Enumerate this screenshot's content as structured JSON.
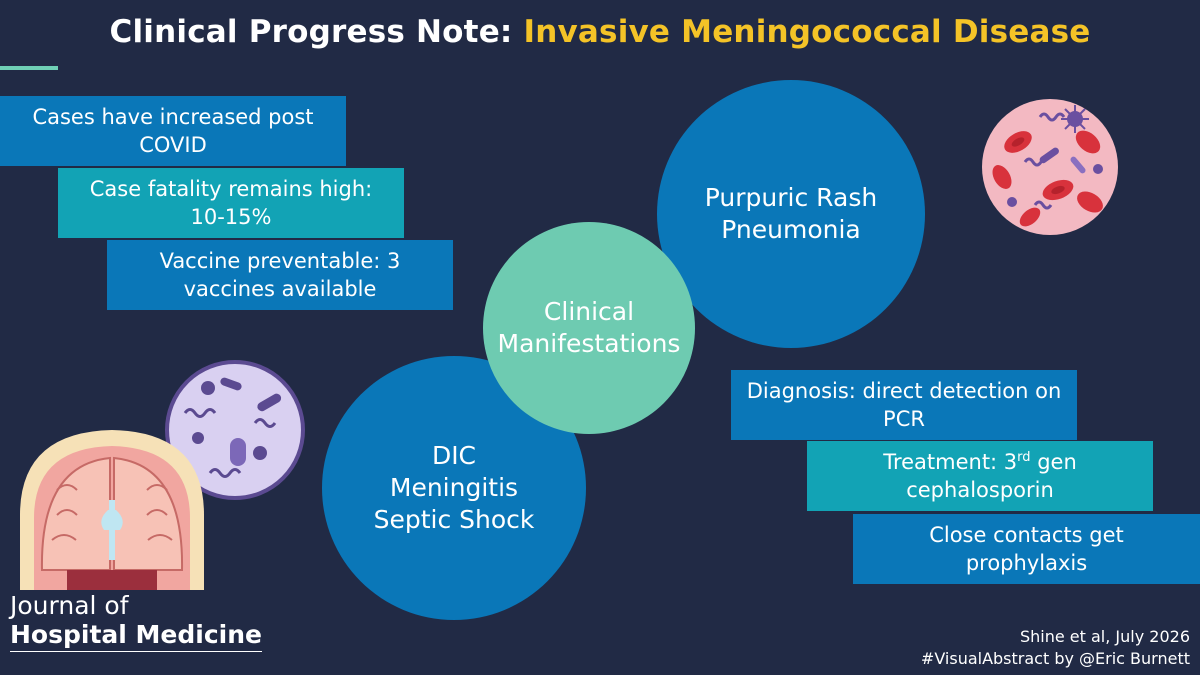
{
  "title": {
    "prefix": "Clinical Progress Note:",
    "highlight": "Invasive Meningococcal Disease"
  },
  "left_facts": {
    "f1": "Cases have increased post COVID",
    "f2": "Case fatality remains high: 10-15%",
    "f3": "Vaccine preventable: 3 vaccines available"
  },
  "circles": {
    "top": {
      "line1": "Purpuric Rash",
      "line2": "Pneumonia"
    },
    "center": {
      "line1": "Clinical",
      "line2": "Manifestations"
    },
    "bottom": {
      "line1": "DIC",
      "line2": "Meningitis",
      "line3": "Septic Shock"
    }
  },
  "right_facts": {
    "f1": "Diagnosis: direct detection on PCR",
    "f2_pre": "Treatment: 3",
    "f2_sup": "rd",
    "f2_post": " gen cephalosporin",
    "f3": "Close contacts get prophylaxis"
  },
  "journal": {
    "line1": "Journal of",
    "line2": "Hospital Medicine"
  },
  "credit": {
    "line1": "Shine et al, July 2026",
    "line2": "#VisualAbstract by @Eric Burnett"
  },
  "colors": {
    "background": "#212a45",
    "title_accent": "#f4c327",
    "blue": "#0a77b8",
    "teal": "#12a3b5",
    "mint": "#6ecbb1"
  },
  "icons": {
    "blood_cells": "blood-cells-illustration-icon",
    "brain": "brain-cross-section-icon",
    "bacteria": "bacteria-bubble-icon"
  }
}
